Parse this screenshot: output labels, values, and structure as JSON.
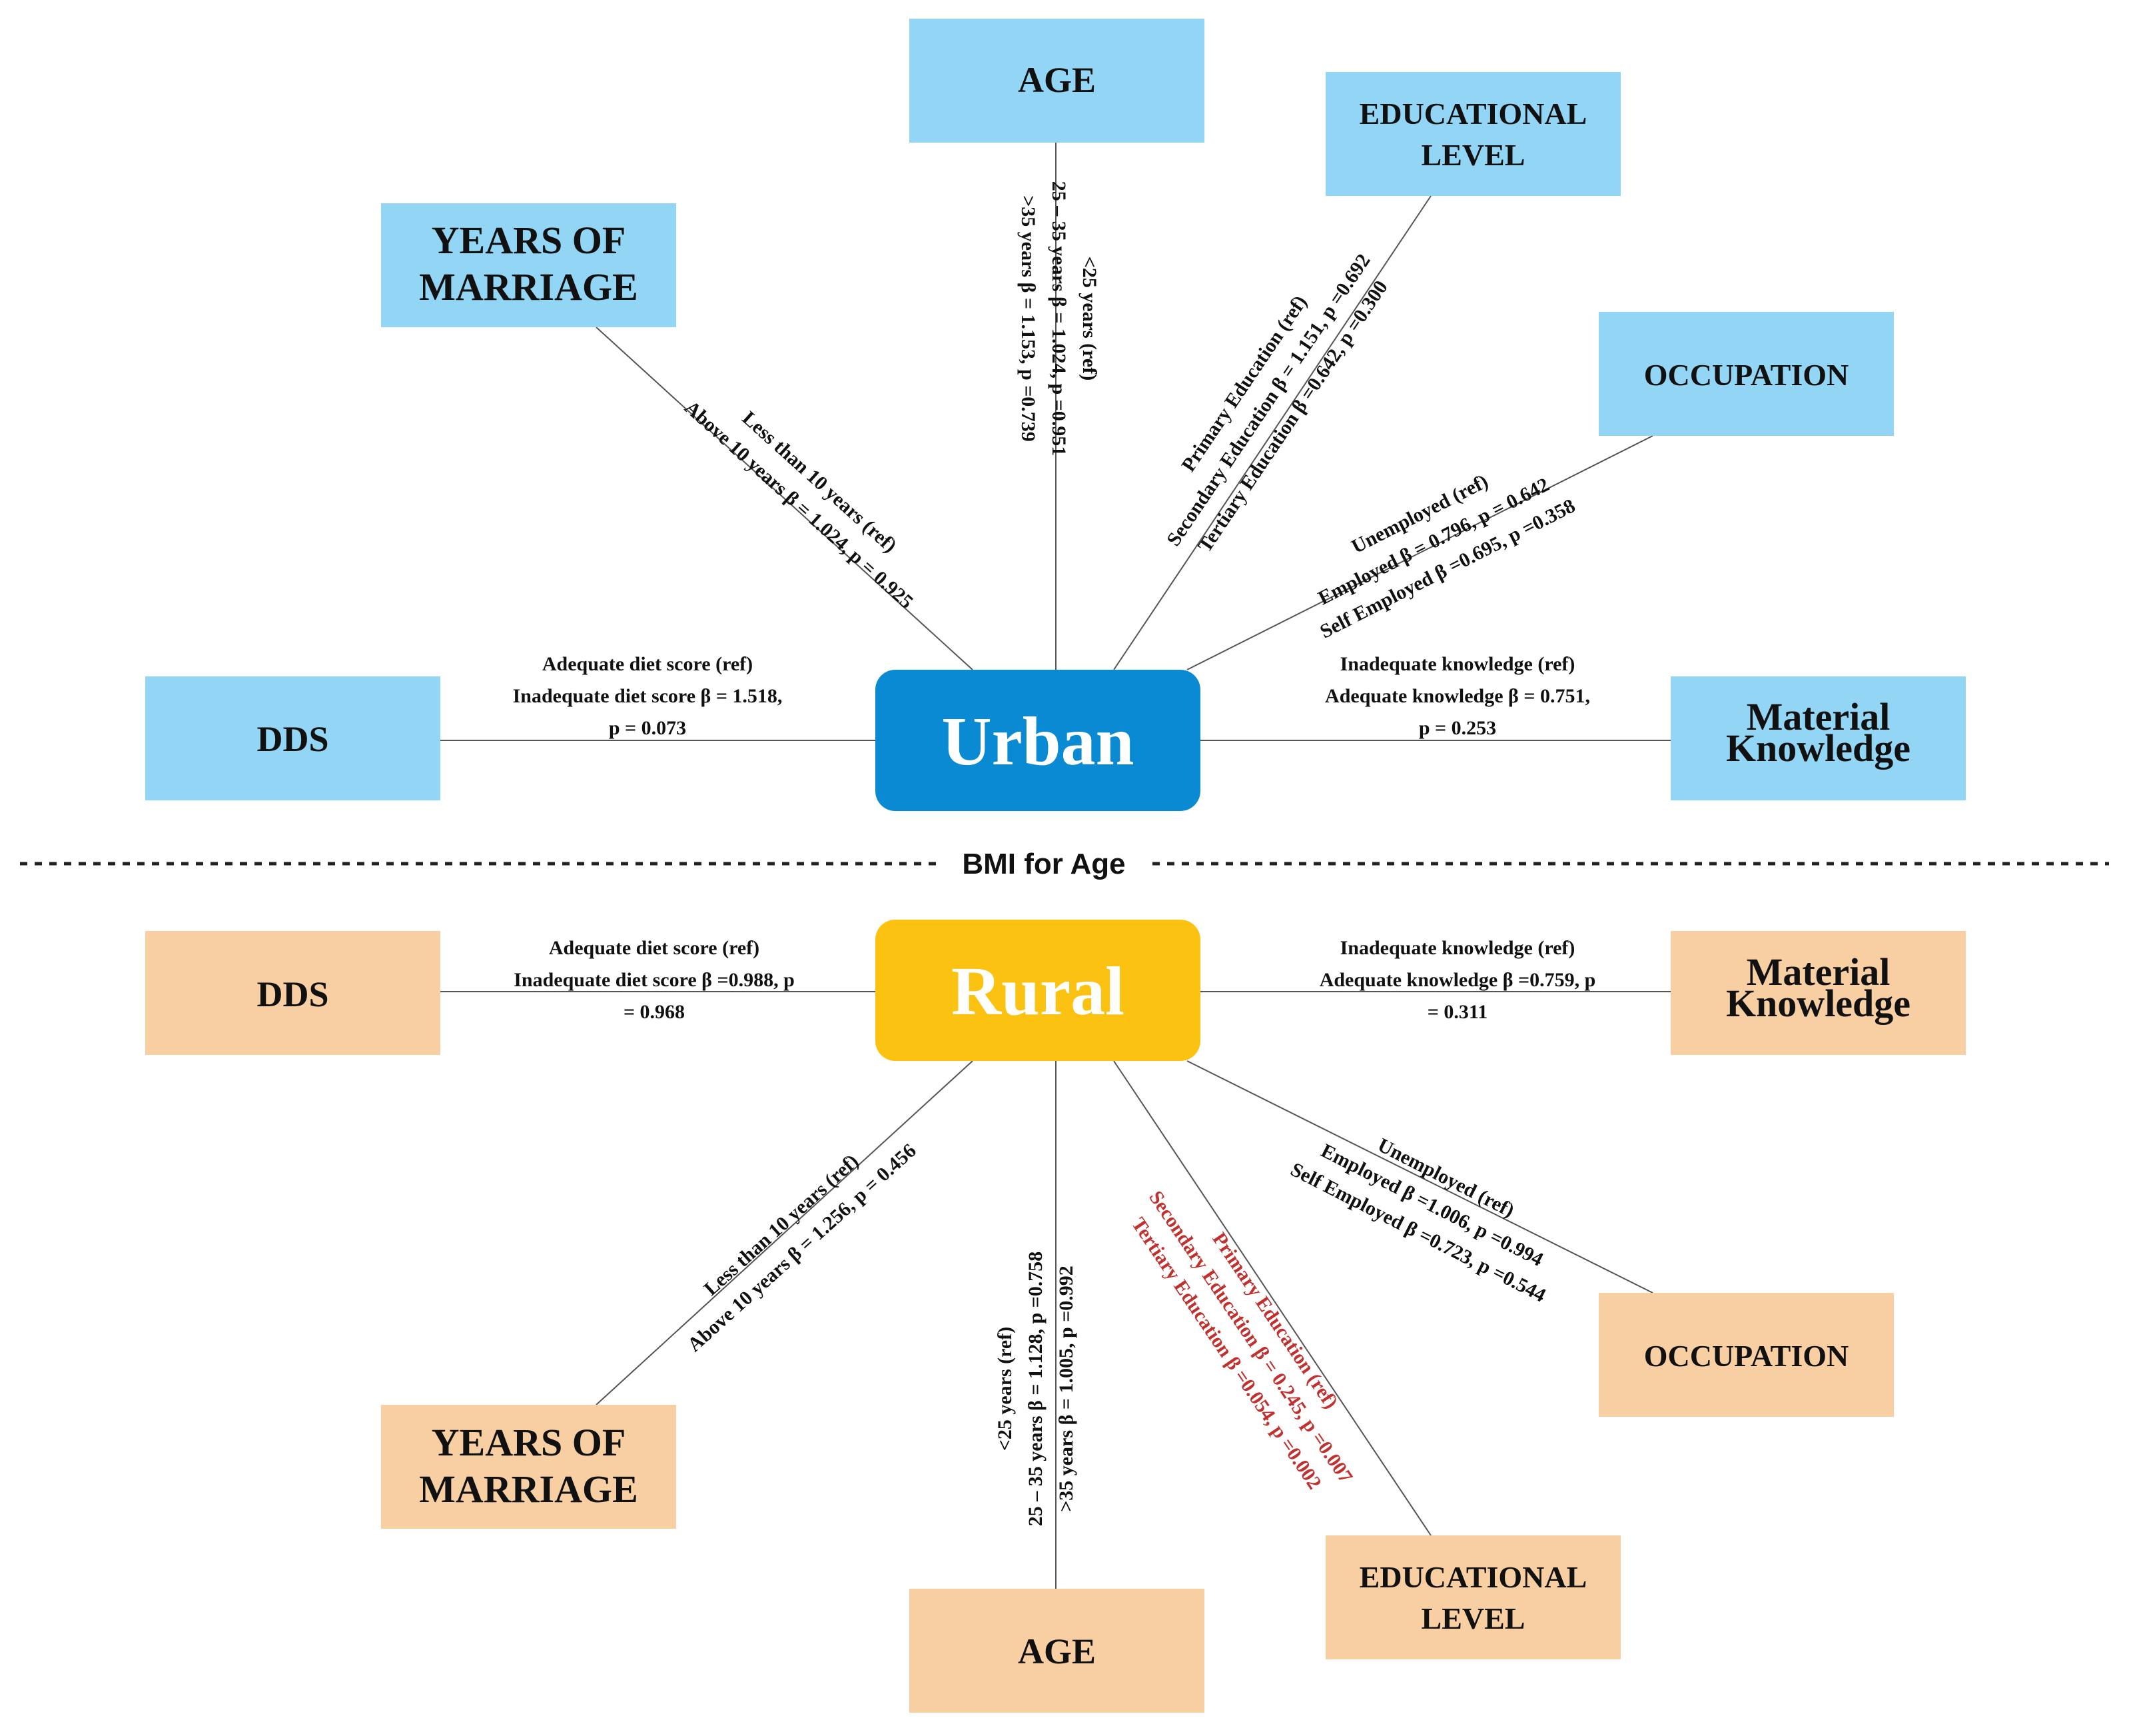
{
  "colors": {
    "urban_hub": "#0a8ad2",
    "rural_hub": "#fbc212",
    "urban_node": "#92d5f4",
    "rural_node": "#f8cfa2",
    "significant_text": "#c0322f",
    "normal_text": "#111111",
    "line": "#555555"
  },
  "divider": {
    "label": "BMI for Age"
  },
  "urban": {
    "hub": "Urban",
    "nodes": {
      "age": [
        "AGE"
      ],
      "educational_level": [
        "EDUCATIONAL",
        "LEVEL"
      ],
      "years_of_marriage": [
        "YEARS OF",
        "MARRIAGE"
      ],
      "occupation": [
        "OCCUPATION"
      ],
      "dds": [
        "DDS"
      ],
      "material_knowledge": [
        "Material",
        "Knowledge"
      ]
    },
    "edges": {
      "age": [
        "<25 years (ref)",
        "25 – 35 years β = 1.024, p =0.951",
        ">35 years β = 1.153, p =0.739"
      ],
      "educational_level": [
        "Primary Education (ref)",
        "Secondary Education β = 1.151, p =0.692",
        "Tertiary Education β =0.642, p =0.300"
      ],
      "years_of_marriage": [
        "Less than 10 years (ref)",
        "Above 10 years β = 1.024, p = 0.925"
      ],
      "occupation": [
        "Unemployed (ref)",
        "Employed β = 0.796, p = 0.642",
        "Self Employed β =0.695, p =0.358"
      ],
      "dds": [
        "Adequate diet score (ref)",
        "Inadequate diet score β = 1.518,",
        "p = 0.073"
      ],
      "material_knowledge": [
        "Inadequate knowledge (ref)",
        "Adequate knowledge β = 0.751,",
        "p = 0.253"
      ]
    }
  },
  "rural": {
    "hub": "Rural",
    "nodes": {
      "age": [
        "AGE"
      ],
      "educational_level": [
        "EDUCATIONAL",
        "LEVEL"
      ],
      "years_of_marriage": [
        "YEARS OF",
        "MARRIAGE"
      ],
      "occupation": [
        "OCCUPATION"
      ],
      "dds": [
        "DDS"
      ],
      "material_knowledge": [
        "Material",
        "Knowledge"
      ]
    },
    "edges": {
      "age": [
        "<25 years (ref)",
        "25 – 35 years β = 1.128, p =0.758",
        ">35 years β = 1.005, p =0.992"
      ],
      "educational_level": [
        "Primary Education (ref)",
        "Secondary Education β = 0.245, p =0.007",
        "Tertiary Education β =0.054, p =0.002"
      ],
      "years_of_marriage": [
        "Less than 10 years (ref)",
        "Above 10 years β = 1.256, p = 0.456"
      ],
      "occupation": [
        "Unemployed (ref)",
        "Employed β =1.006, p =0.994",
        "Self Employed β =0.723, p =0.544"
      ],
      "dds": [
        "Adequate diet score (ref)",
        "Inadequate diet score β =0.988, p",
        "= 0.968"
      ],
      "material_knowledge": [
        "Inadequate knowledge (ref)",
        "Adequate knowledge β =0.759, p",
        "= 0.311"
      ]
    }
  },
  "significance": {
    "rural.educational_level": true
  }
}
